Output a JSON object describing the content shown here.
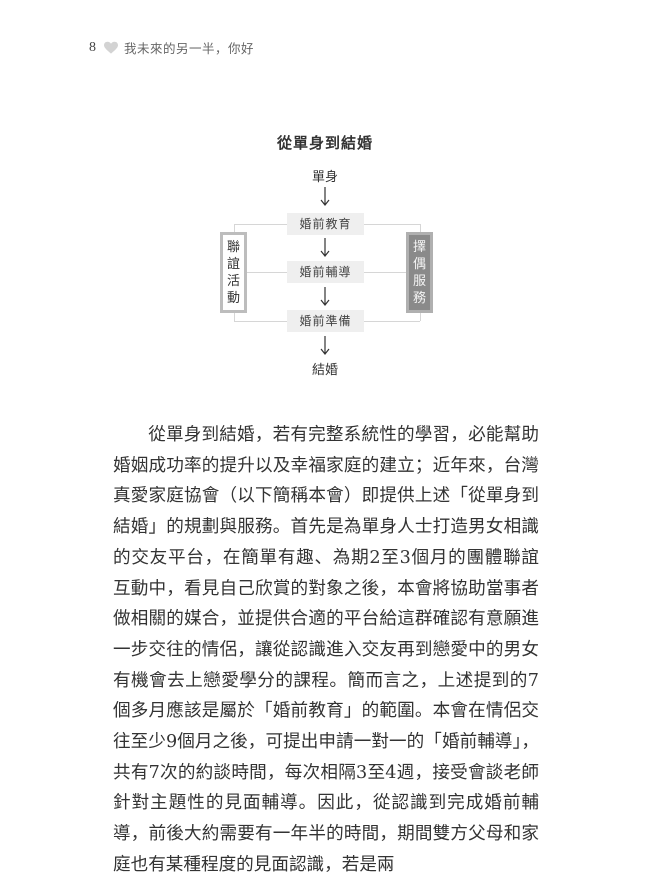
{
  "header": {
    "page_number": "8",
    "icon": "heart-icon",
    "running_title": "我未來的另一半，你好"
  },
  "diagram": {
    "title": "從單身到結婚",
    "start": "單身",
    "steps": [
      "婚前教育",
      "婚前輔導",
      "婚前準備"
    ],
    "end": "結婚",
    "left_side": [
      "聯",
      "誼",
      "活",
      "動"
    ],
    "right_side": [
      "擇",
      "偶",
      "服",
      "務"
    ],
    "colors": {
      "step_bg": "#efefef",
      "left_border": "#bdbdbd",
      "right_fill": "#8a8a8a",
      "connector": "#d6d6d6"
    }
  },
  "body": {
    "paragraph": "從單身到結婚，若有完整系統性的學習，必能幫助婚姻成功率的提升以及幸福家庭的建立；近年來，台灣真愛家庭協會（以下簡稱本會）即提供上述「從單身到結婚」的規劃與服務。首先是為單身人士打造男女相識的交友平台，在簡單有趣、為期2至3個月的團體聯誼互動中，看見自己欣賞的對象之後，本會將協助當事者做相關的媒合，並提供合適的平台給這群確認有意願進一步交往的情侶，讓從認識進入交友再到戀愛中的男女有機會去上戀愛學分的課程。簡而言之，上述提到的7個多月應該是屬於「婚前教育」的範圍。本會在情侶交往至少9個月之後，可提出申請一對一的「婚前輔導」，共有7次的約談時間，每次相隔3至4週，接受會談老師針對主題性的見面輔導。因此，從認識到完成婚前輔導，前後大約需要有一年半的時間，期間雙方父母和家庭也有某種程度的見面認識，若是兩"
  }
}
